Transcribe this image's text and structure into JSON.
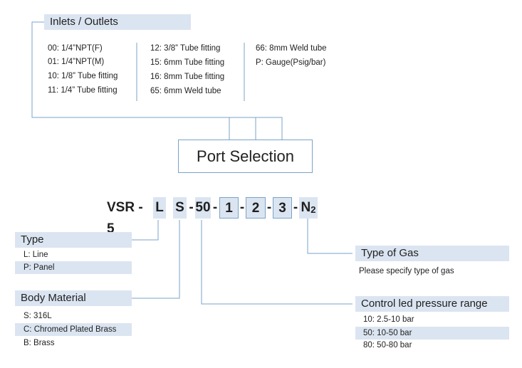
{
  "inlets": {
    "title": "Inlets / Outlets",
    "col1": [
      "00:  1/4”NPT(F)",
      "01:  1/4”NPT(M)",
      "10:  1/8” Tube fitting",
      "11:  1/4” Tube fitting"
    ],
    "col2": [
      "12:  3/8” Tube fitting",
      "15:  6mm Tube fitting",
      "16:  8mm Tube fitting",
      "65:  6mm Weld tube"
    ],
    "col3": [
      "66:  8mm Weld tube",
      "P:  Gauge(Psig/bar)"
    ]
  },
  "port_selection": "Port Selection",
  "code": {
    "prefix": "VSR - 5",
    "l": "L",
    "s": "S",
    "dash1": "-",
    "fifty": "50",
    "dash2": "-",
    "one": "1",
    "dash3": "-",
    "two": "2",
    "dash4": "-",
    "three": "3",
    "dash5": "-",
    "n": "N",
    "n_sub": "2"
  },
  "type": {
    "title": "Type",
    "items": [
      "L:  Line",
      "P:  Panel"
    ]
  },
  "body_material": {
    "title": "Body Material",
    "items": [
      "S:  316L",
      "C:  Chromed Plated Brass",
      "B:  Brass"
    ]
  },
  "gas": {
    "title": "Type of Gas",
    "note": "Please specify type of gas"
  },
  "pressure": {
    "title": "Control led pressure range",
    "items": [
      "10:  2.5-10 bar",
      "50:  10-50 bar",
      "80:  50-80 bar"
    ]
  },
  "colors": {
    "accent_fill": "#dbe5f1",
    "line": "#7aa3c8"
  }
}
